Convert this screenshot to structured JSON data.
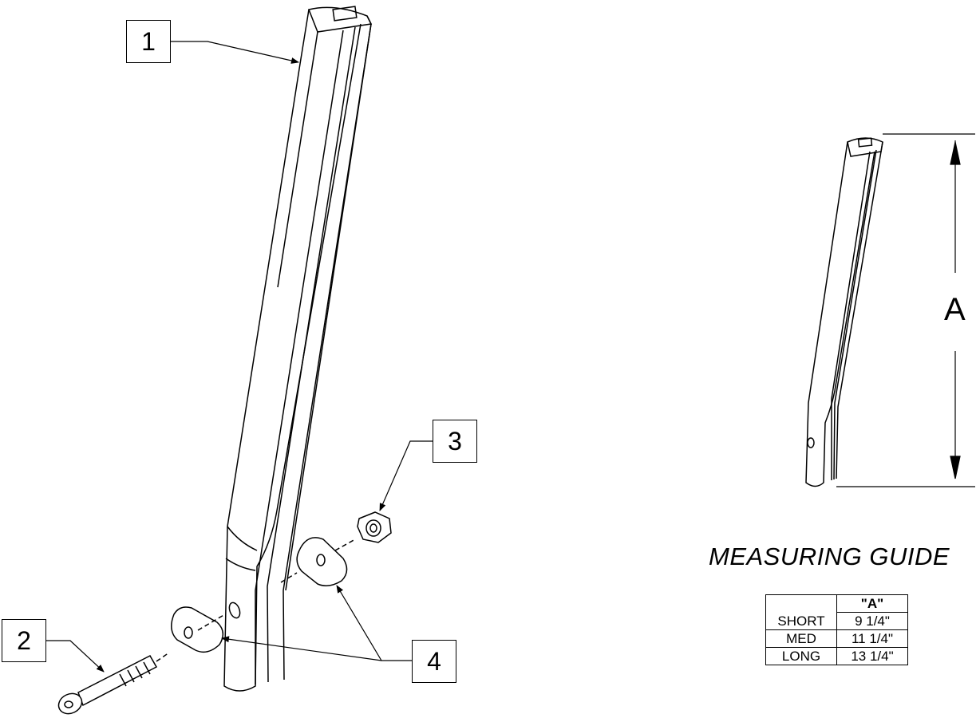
{
  "callouts": {
    "c1": "1",
    "c2": "2",
    "c3": "3",
    "c4": "4"
  },
  "dimension": {
    "label": "A"
  },
  "guide": {
    "title": "MEASURING GUIDE",
    "header": "\"A\"",
    "rows": [
      {
        "name": "SHORT",
        "value": "9 1/4\""
      },
      {
        "name": "MED",
        "value": "11 1/4\""
      },
      {
        "name": "LONG",
        "value": "13 1/4\""
      }
    ]
  }
}
